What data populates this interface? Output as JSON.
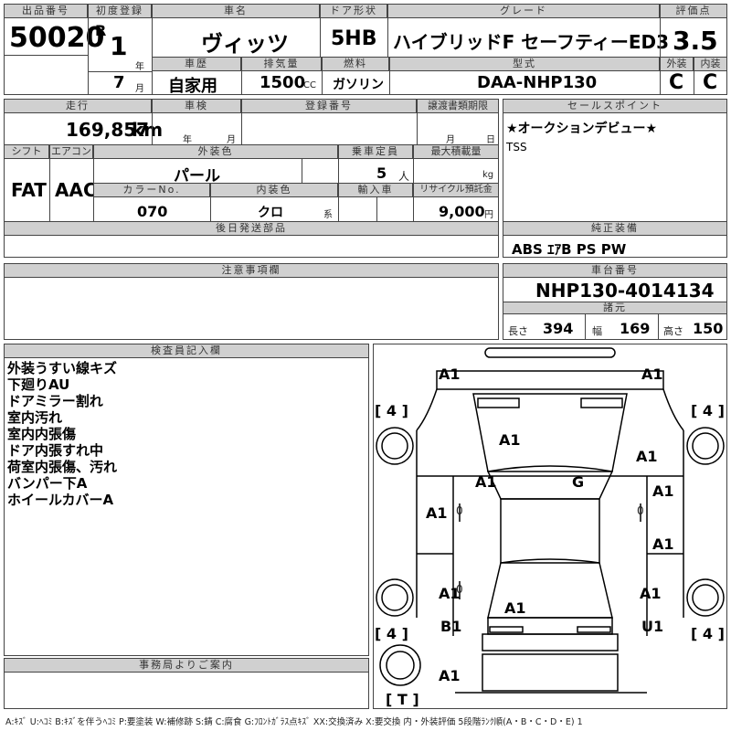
{
  "headers": {
    "lot_no": "出品番号",
    "first_reg": "初度登録",
    "car_name": "車名",
    "door": "ドア形状",
    "grade": "グレード",
    "score": "評価点",
    "history": "車歴",
    "displacement": "排気量",
    "fuel": "燃料",
    "model": "型式",
    "exterior": "外装",
    "interior": "内装",
    "mileage": "走行",
    "inspection": "車検",
    "reg_no": "登録番号",
    "transfer_due": "譲渡書類期限",
    "sales_point": "セールスポイント",
    "shift": "シフト",
    "aircon": "エアコン",
    "ext_color": "外装色",
    "capacity": "乗車定員",
    "max_load": "最大積載量",
    "color_no": "カラーNo.",
    "int_color": "内装色",
    "import": "輸入車",
    "recycle": "リサイクル預託金",
    "later_parts": "後日発送部品",
    "genuine_equip": "純正装備",
    "caution": "注意事項欄",
    "chassis_no": "車台番号",
    "specs": "諸元",
    "inspector": "検査員記入欄",
    "office": "事務局よりご案内"
  },
  "vehicle": {
    "lot_no": "50020",
    "era": "R",
    "year": "1",
    "year_unit": "年",
    "month": "7",
    "month_unit": "月",
    "car_name": "ヴィッツ",
    "door": "5HB",
    "grade": "ハイブリッドF セーフティーED3",
    "score": "3.5",
    "history": "自家用",
    "displacement": "1500",
    "cc": "CC",
    "fuel": "ガソリン",
    "model": "DAA-NHP130",
    "exterior_grade": "C",
    "interior_grade": "C",
    "mileage": "169,857",
    "km": "km",
    "inspection_year_unit": "年",
    "inspection_month_unit": "月",
    "transfer_month_unit": "月",
    "transfer_day_unit": "日",
    "shift": "FAT",
    "aircon": "AAC",
    "ext_color": "パール",
    "capacity": "5",
    "capacity_unit": "人",
    "load_unit": "kg",
    "color_no": "070",
    "int_color": "クロ",
    "int_color_unit": "系",
    "recycle": "9,000",
    "recycle_unit": "円",
    "sales_point_1": "★オークションデビュー★",
    "sales_point_2": "TSS",
    "genuine_equip": "ABS ｴｱB PS PW",
    "chassis_no": "NHP130-4014134",
    "length_label": "長さ",
    "length": "394",
    "width_label": "幅",
    "width": "169",
    "height_label": "高さ",
    "height": "150"
  },
  "inspector_notes": [
    "外装うすい線キズ",
    "下廻りAU",
    "ドアミラー割れ",
    "室内汚れ",
    "室内内張傷",
    "ドア内張すれ中",
    "荷室内張傷、汚れ",
    "バンパー下A",
    "ホイールカバーA"
  ],
  "diagram_marks": {
    "front_left_corner": "A1",
    "front_right_corner": "A1",
    "tire_front_left": "[ 4 ]",
    "tire_front_right": "[ 4 ]",
    "hood": "A1",
    "right_fender": "A1",
    "left_fender": "A1",
    "windshield": "G",
    "left_front_door": "A1",
    "left_front_door_sub": "0",
    "right_front_door": "A1",
    "right_front_door_sub": "0",
    "left_rear_door_sub": "0",
    "right_rear_door": "A1",
    "left_rear_quarter": "A1",
    "right_rear_quarter": "A1",
    "roof": "A1",
    "left_rear_bumper": "B1",
    "right_rear_bumper": "U1",
    "tire_rear_left": "[ 4 ]",
    "tire_rear_right": "[ 4 ]",
    "spare": "A1",
    "spare_type": "[ T ]"
  },
  "legend": "A:ｷｽﾞ U:ﾍｺﾐ B:ｷｽﾞを伴うﾍｺﾐ P:要塗装 W:補修跡 S:錆 C:腐食 G:ﾌﾛﾝﾄｶﾞﾗｽ点ｷｽﾞ XX:交換済み X:要交換 内・外装評価 5段階ﾗﾝｸ順(A・B・C・D・E) 1"
}
